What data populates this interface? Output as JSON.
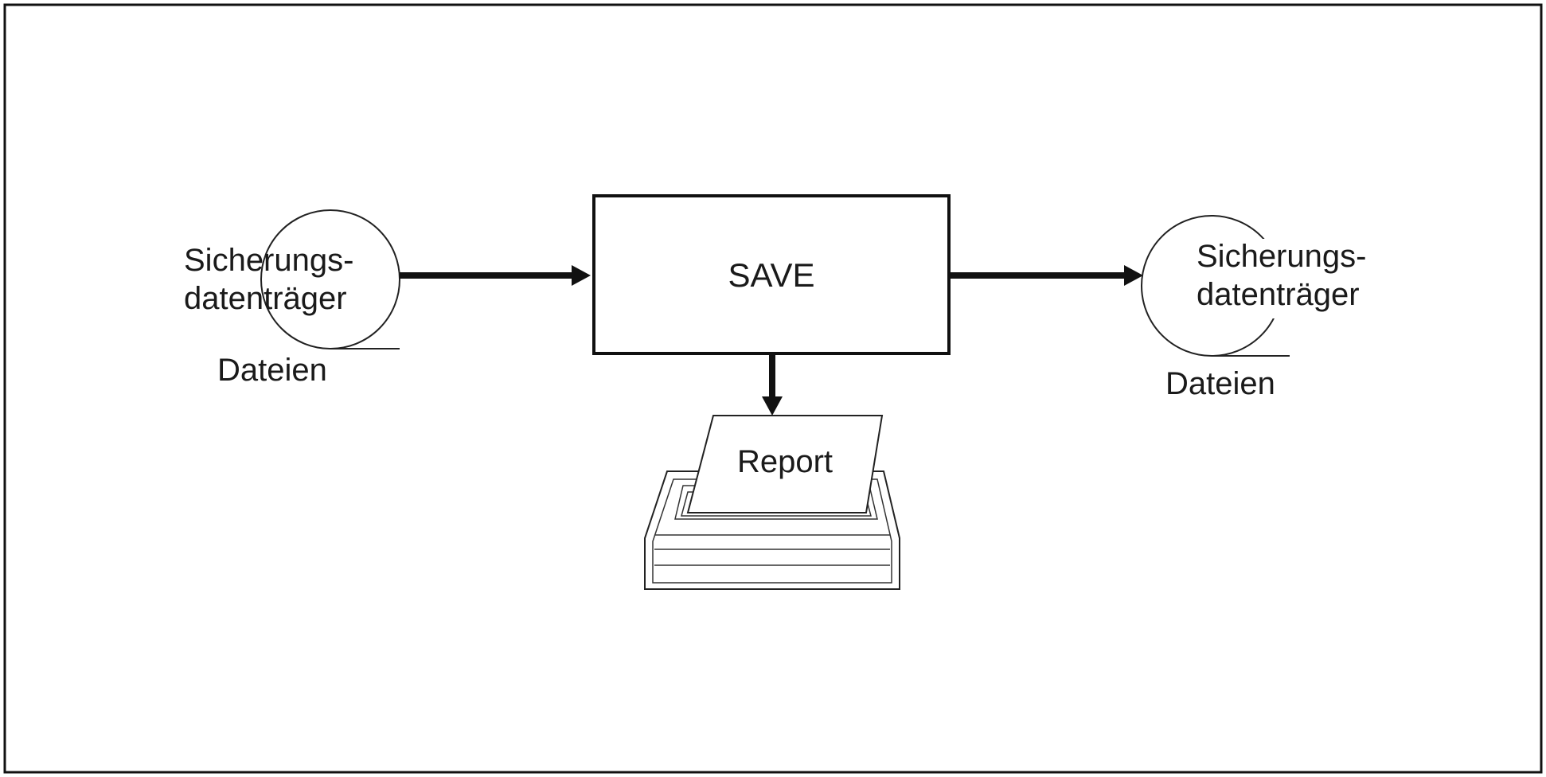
{
  "diagram": {
    "process": {
      "label": "SAVE"
    },
    "input_medium": {
      "line1": "Sicherungs-",
      "line2": "datenträger",
      "files_label": "Dateien"
    },
    "output_medium": {
      "line1": "Sicherungs-",
      "line2": "datenträger",
      "files_label": "Dateien"
    },
    "printer": {
      "paper_label": "Report"
    },
    "colors": {
      "stroke": "#111111",
      "background": "#ffffff"
    }
  }
}
